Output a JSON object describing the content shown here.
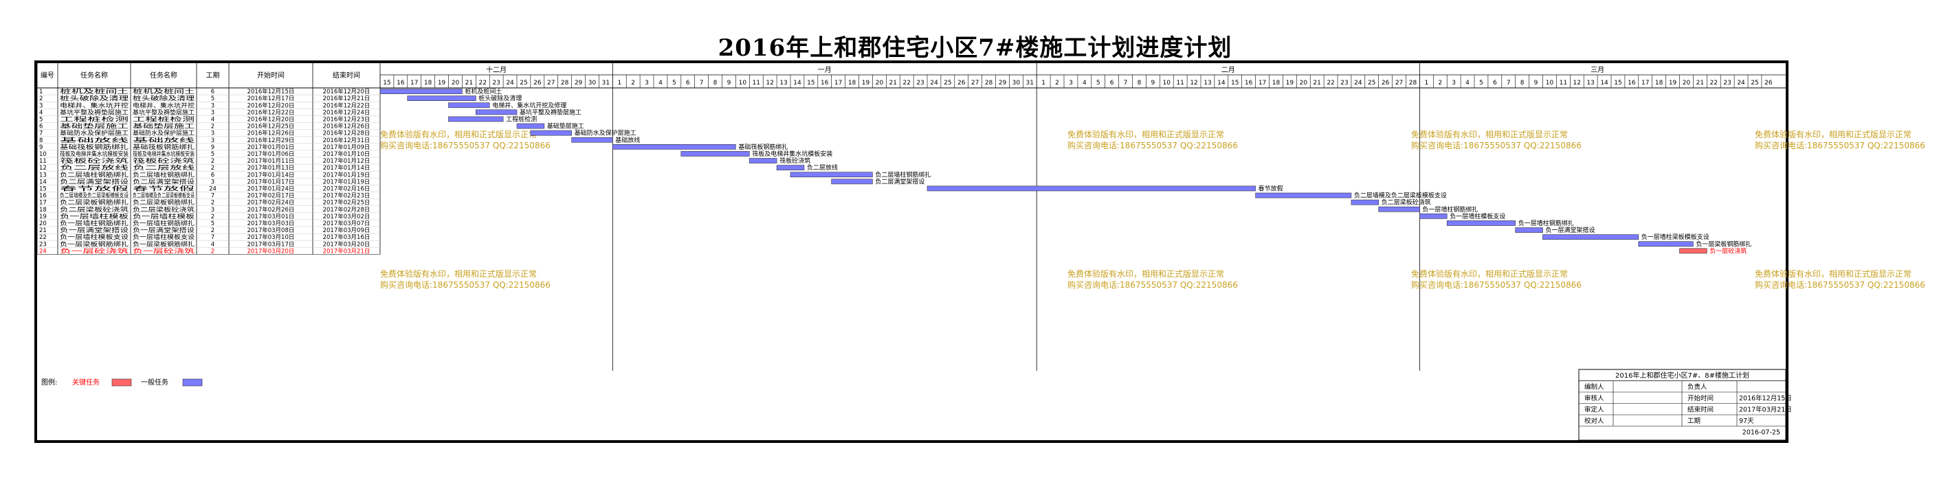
{
  "title": "2016年上和郡住宅小区7#楼施工计划进度计划",
  "headers": {
    "num": "编号",
    "task1": "任务名称",
    "task2": "任务名称",
    "dur": "工期",
    "start": "开始时间",
    "end": "结束时间"
  },
  "months": [
    "十二月",
    "一月",
    "二月",
    "三月"
  ],
  "day_ticks": [
    "15",
    "16",
    "17",
    "18",
    "19",
    "20",
    "21",
    "22",
    "23",
    "24",
    "25",
    "26",
    "27",
    "28",
    "29",
    "30",
    "31",
    "1",
    "2",
    "3",
    "4",
    "5",
    "6",
    "7",
    "8",
    "9",
    "10",
    "11",
    "12",
    "13",
    "14",
    "15",
    "16",
    "17",
    "18",
    "19",
    "20",
    "21",
    "22",
    "23",
    "24",
    "25",
    "26",
    "27",
    "28",
    "29",
    "30",
    "31",
    "1",
    "2",
    "3",
    "4",
    "5",
    "6",
    "7",
    "8",
    "9",
    "10",
    "11",
    "12",
    "13",
    "14",
    "15",
    "16",
    "17",
    "18",
    "19",
    "20",
    "21",
    "22",
    "23",
    "24",
    "25",
    "26",
    "27",
    "28",
    "1",
    "2",
    "3",
    "4",
    "5",
    "6",
    "7",
    "8",
    "9",
    "10",
    "11",
    "12",
    "13",
    "14",
    "15",
    "16",
    "17",
    "18",
    "19",
    "20",
    "21",
    "22",
    "23",
    "24",
    "25",
    "26"
  ],
  "chart_data": {
    "type": "gantt",
    "x_range": [
      "2016-12-15",
      "2017-03-26"
    ],
    "tasks": [
      {
        "id": "1",
        "name1": "桩机及桩间土",
        "name2": "桩机及桩间土",
        "duration": "6",
        "start": "2016年12月15日",
        "end": "2016年12月20日",
        "start_iso": "2016-12-15",
        "end_iso": "2016-12-20",
        "critical": false,
        "label": "桩机及桩间土"
      },
      {
        "id": "2",
        "name1": "桩头破除及清理",
        "name2": "桩头破除及清理",
        "duration": "5",
        "start": "2016年12月17日",
        "end": "2016年12月21日",
        "start_iso": "2016-12-17",
        "end_iso": "2016-12-21",
        "critical": false,
        "label": "桩头破除及清理"
      },
      {
        "id": "3",
        "name1": "电梯井、集水坑开挖",
        "name2": "电梯井、集水坑开挖",
        "duration": "3",
        "start": "2016年12月20日",
        "end": "2016年12月22日",
        "start_iso": "2016-12-20",
        "end_iso": "2016-12-22",
        "critical": false,
        "label": "电梯井、集水坑开挖及修理"
      },
      {
        "id": "4",
        "name1": "基坑平整及褥垫层施工",
        "name2": "基坑平整及褥垫层施工",
        "duration": "3",
        "start": "2016年12月22日",
        "end": "2016年12月24日",
        "start_iso": "2016-12-22",
        "end_iso": "2016-12-24",
        "critical": false,
        "label": "基坑平整及褥垫层施工"
      },
      {
        "id": "5",
        "name1": "工程桩检测",
        "name2": "工程桩检测",
        "duration": "4",
        "start": "2016年12月20日",
        "end": "2016年12月23日",
        "start_iso": "2016-12-20",
        "end_iso": "2016-12-23",
        "critical": false,
        "label": "工程桩检测"
      },
      {
        "id": "6",
        "name1": "基础垫层施工",
        "name2": "基础垫层施工",
        "duration": "2",
        "start": "2016年12月25日",
        "end": "2016年12月26日",
        "start_iso": "2016-12-25",
        "end_iso": "2016-12-26",
        "critical": false,
        "label": "基础垫层施工"
      },
      {
        "id": "7",
        "name1": "基础防水及保护层施工",
        "name2": "基础防水及保护层施工",
        "duration": "3",
        "start": "2016年12月26日",
        "end": "2016年12月28日",
        "start_iso": "2016-12-26",
        "end_iso": "2016-12-28",
        "critical": false,
        "label": "基础防水及保护层施工"
      },
      {
        "id": "8",
        "name1": "基础放线",
        "name2": "基础放线",
        "duration": "3",
        "start": "2016年12月29日",
        "end": "2016年12月31日",
        "start_iso": "2016-12-29",
        "end_iso": "2016-12-31",
        "critical": false,
        "label": "基础放线"
      },
      {
        "id": "9",
        "name1": "基础筏板钢筋绑扎",
        "name2": "基础筏板钢筋绑扎",
        "duration": "9",
        "start": "2017年01月01日",
        "end": "2017年01月09日",
        "start_iso": "2017-01-01",
        "end_iso": "2017-01-09",
        "critical": false,
        "label": "基础筏板钢筋绑扎"
      },
      {
        "id": "10",
        "name1": "筏板及电梯井集水坑模板安装",
        "name2": "筏板及电梯井集水坑模板安装",
        "duration": "5",
        "start": "2017年01月06日",
        "end": "2017年01月10日",
        "start_iso": "2017-01-06",
        "end_iso": "2017-01-10",
        "critical": false,
        "label": "筏板及电梯井集水坑模板安装"
      },
      {
        "id": "11",
        "name1": "筏板砼浇筑",
        "name2": "筏板砼浇筑",
        "duration": "2",
        "start": "2017年01月11日",
        "end": "2017年01月12日",
        "start_iso": "2017-01-11",
        "end_iso": "2017-01-12",
        "critical": false,
        "label": "筏板砼浇筑"
      },
      {
        "id": "12",
        "name1": "负二层放线",
        "name2": "负二层放线",
        "duration": "2",
        "start": "2017年01月13日",
        "end": "2017年01月14日",
        "start_iso": "2017-01-13",
        "end_iso": "2017-01-14",
        "critical": false,
        "label": "负二层放线"
      },
      {
        "id": "13",
        "name1": "负二层墙柱钢筋绑扎",
        "name2": "负二层墙柱钢筋绑扎",
        "duration": "6",
        "start": "2017年01月14日",
        "end": "2017年01月19日",
        "start_iso": "2017-01-14",
        "end_iso": "2017-01-19",
        "critical": false,
        "label": "负二层墙柱钢筋绑扎"
      },
      {
        "id": "14",
        "name1": "负二层满堂架搭设",
        "name2": "负二层满堂架搭设",
        "duration": "3",
        "start": "2017年01月17日",
        "end": "2017年01月19日",
        "start_iso": "2017-01-17",
        "end_iso": "2017-01-19",
        "critical": false,
        "label": "负二层满堂架搭设"
      },
      {
        "id": "15",
        "name1": "春节放假",
        "name2": "春节放假",
        "duration": "24",
        "start": "2017年01月24日",
        "end": "2017年02月16日",
        "start_iso": "2017-01-24",
        "end_iso": "2017-02-16",
        "critical": false,
        "label": "春节放假"
      },
      {
        "id": "16",
        "name1": "负二层墙模及负二层梁板模板支设",
        "name2": "负二层墙模及负二层梁板模板支设",
        "duration": "7",
        "start": "2017年02月17日",
        "end": "2017年02月23日",
        "start_iso": "2017-02-17",
        "end_iso": "2017-02-23",
        "critical": false,
        "label": "负二层墙模及负二层梁板模板支设"
      },
      {
        "id": "17",
        "name1": "负二层梁板钢筋绑扎",
        "name2": "负二层梁板钢筋绑扎",
        "duration": "2",
        "start": "2017年02月24日",
        "end": "2017年02月25日",
        "start_iso": "2017-02-24",
        "end_iso": "2017-02-25",
        "critical": false,
        "label": "负二层梁板砼浇筑"
      },
      {
        "id": "18",
        "name1": "负二层梁板砼浇筑",
        "name2": "负二层梁板砼浇筑",
        "duration": "3",
        "start": "2017年02月26日",
        "end": "2017年02月28日",
        "start_iso": "2017-02-26",
        "end_iso": "2017-02-28",
        "critical": false,
        "label": "负一层墙柱钢筋绑扎"
      },
      {
        "id": "19",
        "name1": "负一层墙柱模板",
        "name2": "负一层墙柱模板",
        "duration": "2",
        "start": "2017年03月01日",
        "end": "2017年03月02日",
        "start_iso": "2017-03-01",
        "end_iso": "2017-03-02",
        "critical": false,
        "label": "负一层墙柱模板支设"
      },
      {
        "id": "20",
        "name1": "负一层墙柱钢筋绑扎",
        "name2": "负一层墙柱钢筋绑扎",
        "duration": "5",
        "start": "2017年03月03日",
        "end": "2017年03月07日",
        "start_iso": "2017-03-03",
        "end_iso": "2017-03-07",
        "critical": false,
        "label": "负一层墙柱钢筋绑扎"
      },
      {
        "id": "21",
        "name1": "负一层满堂架搭设",
        "name2": "负一层满堂架搭设",
        "duration": "2",
        "start": "2017年03月08日",
        "end": "2017年03月09日",
        "start_iso": "2017-03-08",
        "end_iso": "2017-03-09",
        "critical": false,
        "label": "负一层满堂架搭设"
      },
      {
        "id": "22",
        "name1": "负一层墙柱模板支设",
        "name2": "负一层墙柱模板支设",
        "duration": "7",
        "start": "2017年03月10日",
        "end": "2017年03月16日",
        "start_iso": "2017-03-10",
        "end_iso": "2017-03-16",
        "critical": false,
        "label": "负一层墙柱梁板模板支设"
      },
      {
        "id": "23",
        "name1": "负一层梁板钢筋绑扎",
        "name2": "负一层梁板钢筋绑扎",
        "duration": "4",
        "start": "2017年03月17日",
        "end": "2017年03月20日",
        "start_iso": "2017-03-17",
        "end_iso": "2017-03-20",
        "critical": false,
        "label": "负一层梁板钢筋绑扎"
      },
      {
        "id": "24",
        "name1": "负一层砼浇筑",
        "name2": "负一层砼浇筑",
        "duration": "2",
        "start": "2017年03月20日",
        "end": "2017年03月21日",
        "start_iso": "2017-03-20",
        "end_iso": "2017-03-21",
        "critical": true,
        "label": "负一层砼浇筑"
      }
    ]
  },
  "watermark": {
    "line1": "免费体验版有水印，相用和正式版显示正常",
    "line2": "购买咨询电话:18675550537 QQ:22150866"
  },
  "legend": {
    "label": "图例:",
    "critical": "关键任务",
    "normal": "一般任务"
  },
  "info_box": {
    "title": "2016年上和郡住宅小区7#、8#楼施工计划",
    "rows": [
      {
        "k1": "编制人",
        "v1": "",
        "k2": "负责人",
        "v2": ""
      },
      {
        "k1": "审核人",
        "v1": "",
        "k2": "开始时间",
        "v2": "2016年12月15日"
      },
      {
        "k1": "审定人",
        "v1": "",
        "k2": "结束时间",
        "v2": "2017年03月21日"
      },
      {
        "k1": "校对人",
        "v1": "",
        "k2": "工期",
        "v2": "97天"
      }
    ],
    "date": "2016-07-25"
  },
  "colors": {
    "normal_bar": "#7b7bff",
    "critical_bar": "#ff6666",
    "critical_text": "#ff0000",
    "watermark": "#c8a020",
    "grid": "#000000",
    "light_grid": "#bbbbbb"
  }
}
